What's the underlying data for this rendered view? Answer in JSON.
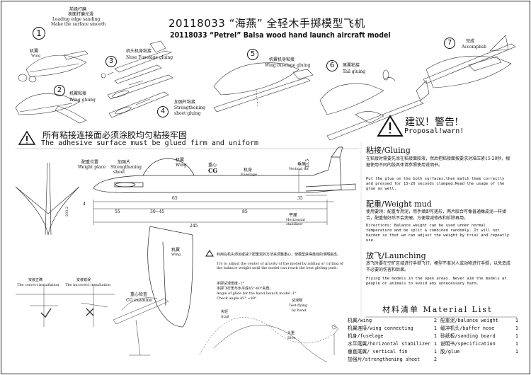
{
  "header": {
    "title_cn": "20118033 “海燕” 全轻木手掷模型飞机",
    "title_en": "20118033 “Petrel” Balsa wood hand launch aircraft model"
  },
  "steps": {
    "s1": {
      "num": "1",
      "cn1": "前缘打磨",
      "cn2": "表面打磨光滑",
      "en1": "Leading edge sanding",
      "en2": "Make the surface smooth",
      "part_cn": "机翼",
      "part_en": "Wing"
    },
    "s2": {
      "num": "2",
      "cn": "机翼粘接",
      "en": "Wing gluing"
    },
    "s3": {
      "num": "3",
      "cn": "机头机身粘接",
      "en": "Nose Fuselage gluing"
    },
    "s4": {
      "num": "4",
      "cn1": "加强片粘接",
      "en1": "Strengthening",
      "en2": "sheet gluing"
    },
    "s5": {
      "num": "5",
      "cn": "机翼机身粘接",
      "en": "Wing fuselage gluing"
    },
    "s6": {
      "num": "6",
      "cn": "尾翼粘接",
      "en": "Tail gluing"
    },
    "s7": {
      "num": "7",
      "cn": "完成",
      "en": "Accomplish"
    }
  },
  "warning": {
    "cn": "所有粘接连接面必须涂胶均匀粘接牢固",
    "en": "The adhesive surface must be glued firm and uniform"
  },
  "proposal": {
    "cn": "建议！警告!",
    "en": "Proposal!warn!"
  },
  "gluing": {
    "head": "粘接/Gluing",
    "cn": "在粘接时需要先涂在粘接面胶液，然后把粘接面按要求对准压紧15-20秒，根据使用不同的胶具体请参照使用说明书。",
    "en": "Put the glue on the both surfaces,then match them correctly and pressed for 15-20 seconds clamped.Read the usage of the glue as well."
  },
  "weight": {
    "head": "配重/Weight mud",
    "cn": "使用要领：配重专用泥，用手揉即可搓形，两片胶合可像普通橡皮泥一样揉合，配重做好后不会变硬，方便增减修改和拆除再用。",
    "en": "Directions: Balance weight can be used under normal temperature and be split & combined randomly. It will not harden so that we can adjust the weight by trial and repeatly use."
  },
  "launch": {
    "head": "放飞/Launching",
    "cn": "放飞时要在空旷区域进行手掷飞行，模型不准对人或动物进行手掷，以免造成不必要的伤害和后果。",
    "en": "Flying the models in the open areas.  Never aim the models at people or animals to avoid any unnecessary harm."
  },
  "materials": {
    "title": "材料清单  Material List",
    "left": [
      {
        "name": "机翼/wing",
        "qty": "2"
      },
      {
        "name": "机翼连接/wing connecting",
        "qty": "1"
      },
      {
        "name": "机身/fuselage",
        "qty": "1"
      },
      {
        "name": "水平尾翼/horizontal stabilizer",
        "qty": "1"
      },
      {
        "name": "垂直尾翼/ vertical fin",
        "qty": "1"
      },
      {
        "name": "加强片/strengthening sheet",
        "qty": "2"
      }
    ],
    "right": [
      {
        "name": "配重泥/balance weight",
        "qty": "1"
      },
      {
        "name": "缓冲机头/buffer nose",
        "qty": "1"
      },
      {
        "name": "砂纸板/sanding board",
        "qty": "1"
      },
      {
        "name": "说明书/specification",
        "qty": "1"
      },
      {
        "name": "胶/glue",
        "qty": "1"
      }
    ]
  },
  "drawing": {
    "weight_place_cn": "配重位置",
    "weight_place_en": "Weight place",
    "strength_cn": "加强片",
    "strength_en1": "Strengthening",
    "strength_en2": "sheet",
    "wing_cn": "机翼",
    "wing_en": "Wing",
    "cg_cn": "重心",
    "cg_en": "CG",
    "fuse_cn": "机身",
    "fuse_en": "Fuselage",
    "fin_cn": "垂尾",
    "fin_en": "Vertical fin",
    "stab_cn": "平尾",
    "stab_en1": "Horizontal",
    "stab_en2": "stabilizer",
    "wing2_cn": "机翼",
    "wing2_en": "Wing",
    "dim_335": "33.5",
    "dim_65": "65",
    "dim_35": "35",
    "dim_4": "4",
    "dim_55": "55",
    "dim_30_45": "30~45",
    "dim_85": "85",
    "dim_245": "245",
    "dim_2032": "203.2"
  },
  "cg_note": {
    "cn": "利用在机头添加或减少配重泥的方法来调整重心，使模型获得最佳的滑翔姿态。",
    "en": "Try to adjust the center of gravity of the model by adding or cutting of the balance weight until the model can reach the best gliding path.",
    "angle_cn1": "手掷试滑角度:-1°",
    "angle_cn2": "手掷飞行角与水平成45°-80°夹角。",
    "angle_en1": "Angle of glide for the hand launch model -1°",
    "angle_en2": "Check angle 45° ~80°"
  },
  "install": {
    "correct_cn": "安装正确",
    "correct_en": "The correct installation",
    "incorrect_cn": "安装错误",
    "incorrect_en": "The incorrect installation"
  },
  "cg_examine": {
    "cn": "重心检查",
    "en": "CG examine"
  },
  "flight": {
    "stall_cn": "失轻",
    "stall_en": "Stall",
    "test_cn": "试滑翔",
    "test_en1": "Test-flying",
    "test_en2": "by hand",
    "dive_cn": "头重",
    "dive_en": "Dive"
  }
}
